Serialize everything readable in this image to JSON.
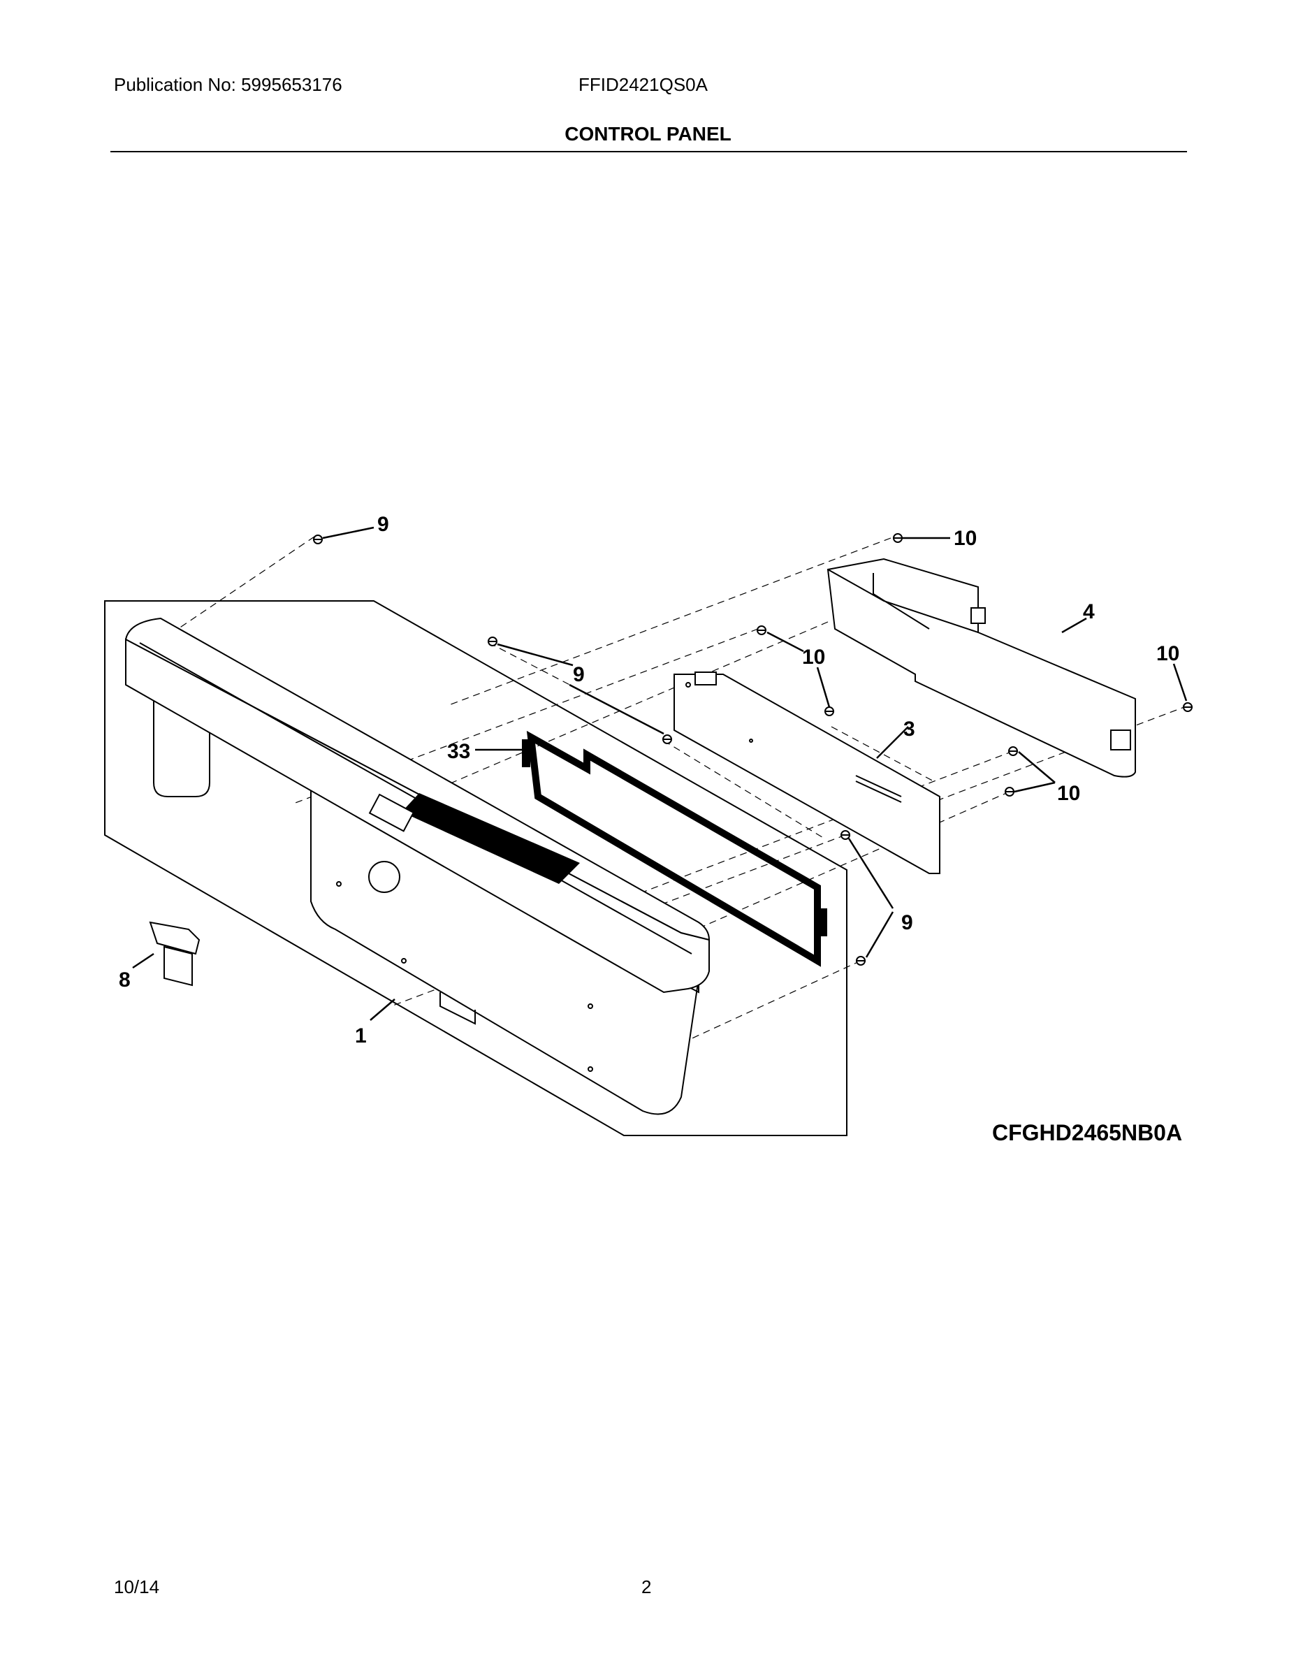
{
  "header": {
    "publication": "Publication No:  5995653176",
    "model": "FFID2421QS0A",
    "title": "CONTROL PANEL"
  },
  "footer": {
    "date": "10/14",
    "page": "2"
  },
  "diagram": {
    "callouts": {
      "c9_top": "9",
      "c10_top": "10",
      "c4": "4",
      "c10_right": "10",
      "c9_mid": "9",
      "c10_mid": "10",
      "c3": "3",
      "c33": "33",
      "c10_lower": "10",
      "c9_lower": "9",
      "c8": "8",
      "c1": "1"
    },
    "figure_code": "CFGHD2465NB0A"
  }
}
